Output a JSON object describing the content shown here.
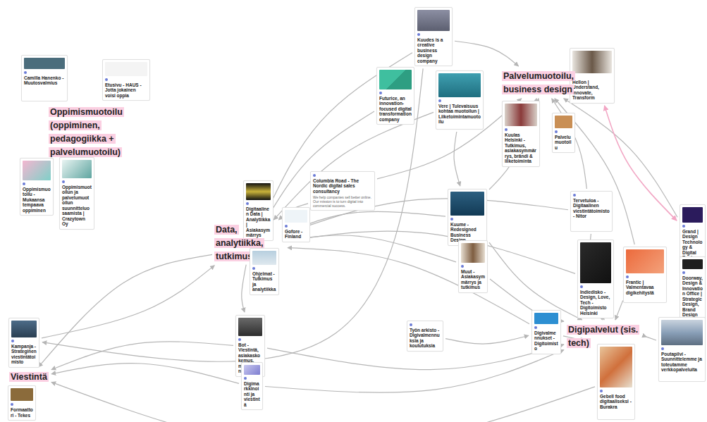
{
  "diagram": {
    "nodes": [
      {
        "text": [
          "Kuudes is a creative business design company"
        ]
      },
      {
        "text": [
          "Camilla Hanenko - Muutosvalmius"
        ]
      },
      {
        "text": [
          "Hellon | Understand, Innovate, Transform"
        ]
      },
      {
        "text": [
          "Etusivu - HAUS - Jotta jokainen voisi oppia"
        ]
      },
      {
        "text": [
          "Futurice, an innovation-focused digital transformation company"
        ]
      },
      {
        "text": [
          "Palvelumuotoilu, business design"
        ]
      },
      {
        "text": [
          "Vere | Tulevaisuus kohtaa muotoilun | Liiketoimintamuotoilu"
        ]
      },
      {
        "text": [
          "Kuulas Helsinki - Tutkimus, asiakasymmärrys, brändi & liiketoiminta"
        ]
      },
      {
        "text": [
          "Palvelumuotoilu"
        ]
      },
      {
        "text": [
          "Oppimismuotoilu (oppiminen, pedagogiikka + palvelumuotoilu)"
        ]
      },
      {
        "text": [
          "Oppimismuotoilu - Mukaansa tempaava oppiminen"
        ]
      },
      {
        "text": [
          "Oppimismuotoilun ja palvelumuotoilun suunnitteluosaamista | Crazytown Oy"
        ]
      },
      {
        "text": [
          "Columbia Road - The Nordic digital sales consultancy",
          "We help companies sell better online. Our mission is to turn digital into commercial success."
        ]
      },
      {
        "text": [
          "Digitaalinen Data | Analytiikka | Asiakasymmärrys"
        ]
      },
      {
        "text": [
          "Kuume - Redesigned Business Design"
        ]
      },
      {
        "text": [
          "Tervetuloa - Digitaalinen viestintätoimisto - Nitor"
        ]
      },
      {
        "text": [
          "Data, analytiikka, tutkimus"
        ]
      },
      {
        "text": [
          "Gofore - Finland"
        ]
      },
      {
        "text": [
          "Grand | Design Technology & Digital Business Development"
        ]
      },
      {
        "text": [
          "Ohjelmat - Tutkimus ja analytiikka"
        ]
      },
      {
        "text": [
          "Indiedisko - Design, Love, Tech - Digitoimisto Helsinki"
        ]
      },
      {
        "text": [
          "Frantic | Valmentavaa digikehitystä"
        ]
      },
      {
        "text": [
          "Muut - Asiakasymmärrys ja tutkimus"
        ]
      },
      {
        "text": [
          "Doorway, Design & Innovation Office | Strategic Design, Brand Design"
        ]
      },
      {
        "text": [
          "Bot - Viestintä, asiakaskokemus, markkinointi"
        ]
      },
      {
        "text": [
          "Kampanja - Strateginen viestintätoimisto"
        ]
      },
      {
        "text": [
          "Työn arkisto - Digivalmennuksia ja koulutuksia"
        ]
      },
      {
        "text": [
          "Digivalmennukset - Digitoimisto"
        ]
      },
      {
        "text": [
          "Digipalvelut (sis. tech)"
        ]
      },
      {
        "text": [
          "Poutapilvi - Suunnittelemme ja toteutamme verkkopalveluita"
        ]
      },
      {
        "text": [
          "Gebell food digitaaliseksi - Burakra"
        ]
      },
      {
        "text": [
          "Digimarkkinointi ja viestintä"
        ]
      },
      {
        "text": [
          "Viestintä"
        ]
      },
      {
        "text": [
          "Formaattori - Tekes"
        ]
      }
    ],
    "edges": [
      {
        "from": 0,
        "to": 25,
        "arrow": "to"
      },
      {
        "from": 0,
        "to": 16,
        "arrow": "to"
      },
      {
        "from": 0,
        "to": 5,
        "arrow": "to"
      },
      {
        "from": 4,
        "to": 16,
        "arrow": "to"
      },
      {
        "from": 6,
        "to": 16,
        "arrow": "to"
      },
      {
        "from": 6,
        "to": 14,
        "arrow": "to"
      },
      {
        "from": 7,
        "to": 5,
        "arrow": "to"
      },
      {
        "from": 12,
        "to": 5,
        "arrow": "to"
      },
      {
        "from": 12,
        "to": 16,
        "arrow": "to"
      },
      {
        "from": 14,
        "to": 16,
        "arrow": "to"
      },
      {
        "from": 14,
        "to": 5,
        "arrow": "to"
      },
      {
        "from": 14,
        "to": 28,
        "arrow": "to"
      },
      {
        "from": 15,
        "to": 5,
        "arrow": "to"
      },
      {
        "from": 15,
        "to": 16,
        "arrow": "to"
      },
      {
        "from": 15,
        "to": 28,
        "arrow": "to"
      },
      {
        "from": 16,
        "to": 32,
        "arrow": "to"
      },
      {
        "from": 16,
        "to": 24,
        "arrow": "to"
      },
      {
        "from": 22,
        "to": 16,
        "arrow": "to"
      },
      {
        "from": 22,
        "to": 28,
        "arrow": "to"
      },
      {
        "from": 20,
        "to": 16,
        "arrow": "to"
      },
      {
        "from": 20,
        "to": 28,
        "arrow": "to"
      },
      {
        "from": 21,
        "to": 28,
        "arrow": "to"
      },
      {
        "from": 21,
        "to": 5,
        "arrow": "to"
      },
      {
        "from": 18,
        "to": 5,
        "arrow": "to"
      },
      {
        "from": 29,
        "to": 28,
        "arrow": "to"
      },
      {
        "from": 30,
        "to": 28,
        "arrow": "to"
      },
      {
        "from": 30,
        "to": 32,
        "arrow": "to"
      },
      {
        "from": 24,
        "to": 32,
        "arrow": "to"
      },
      {
        "from": 24,
        "to": 28,
        "arrow": "to"
      },
      {
        "from": 31,
        "to": 32,
        "arrow": "to"
      },
      {
        "from": 31,
        "to": 28,
        "arrow": "to"
      },
      {
        "from": 26,
        "to": 27,
        "arrow": "to"
      },
      {
        "from": 27,
        "to": 28,
        "arrow": "to"
      },
      {
        "from": 27,
        "to": 16,
        "arrow": "to"
      },
      {
        "from": 2,
        "to": 18,
        "arrow": "both"
      },
      {
        "from": 25,
        "to": 16,
        "arrow": "to"
      }
    ]
  }
}
